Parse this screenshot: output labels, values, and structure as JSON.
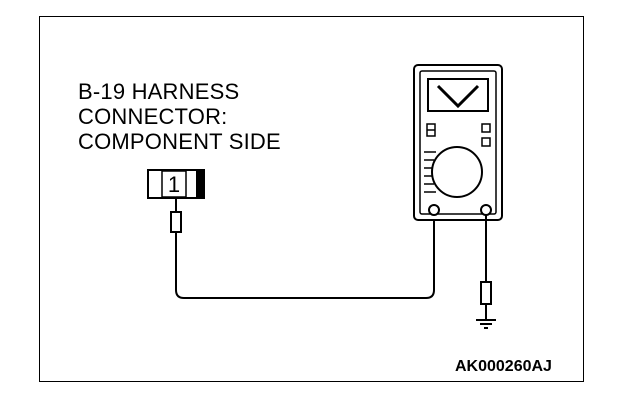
{
  "connector_label": {
    "lines": [
      "B-19 HARNESS",
      "CONNECTOR:",
      "COMPONENT SIDE"
    ]
  },
  "connector": {
    "pin": "1"
  },
  "figure_code": "AK000260AJ",
  "icons": {
    "meter": "multimeter-icon",
    "ground": "ground-icon",
    "probe": "test-probe-icon"
  },
  "colors": {
    "line": "#000000",
    "background": "#ffffff"
  }
}
